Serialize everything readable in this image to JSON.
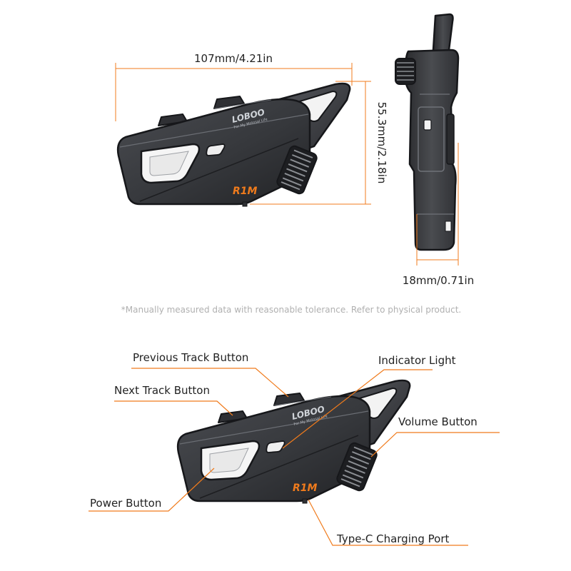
{
  "colors": {
    "accent": "#f07b1c",
    "device_body": "#3b3d41",
    "device_outline": "#16171a",
    "note": "#b0b0b0"
  },
  "dimensions": {
    "width": "107mm/4.21in",
    "height": "55.3mm/2.18in",
    "depth": "18mm/0.71in"
  },
  "note": "*Manually measured data with reasonable tolerance. Refer to physical product.",
  "device": {
    "logo": "LOBOO",
    "logo_tagline": "For My Motosal Life",
    "model": "R1M"
  },
  "callouts": {
    "previous_track": "Previous Track Button",
    "next_track": "Next Track Button",
    "indicator_light": "Indicator Light",
    "volume": "Volume Button",
    "power": "Power Button",
    "type_c": "Type-C Charging Port"
  }
}
